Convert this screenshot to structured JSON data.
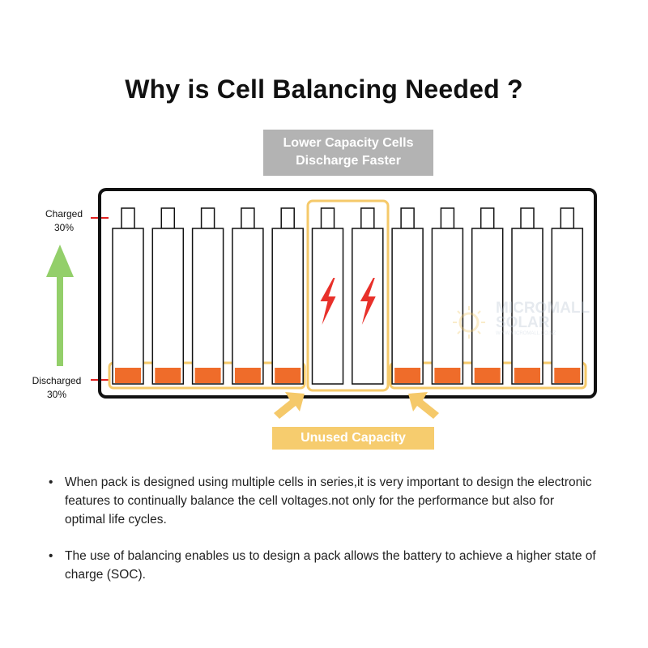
{
  "title": "Why is Cell Balancing Needed ?",
  "callout_top": {
    "line1": "Lower Capacity Cells",
    "line2": "Discharge Faster"
  },
  "axis": {
    "charged_line1": "Charged",
    "charged_line2": "30%",
    "discharged_line1": "Discharged",
    "discharged_line2": "30%"
  },
  "callout_bottom": "Unused Capacity",
  "cells": {
    "count": 12,
    "low_capacity_cells": [
      6,
      7
    ]
  },
  "watermark": {
    "line1": "MICROMALL",
    "line2": "SOLAR",
    "line3": "WWW.MICROMALL.CO.NZ"
  },
  "bullets": [
    "When pack is designed using multiple cells in series,it is very important to design the electronic features to continually balance the cell voltages.not only for the performance but also for optimal life cycles.",
    "The use of balancing enables us to design a pack allows the battery to achieve a higher state of charge (SOC)."
  ],
  "colors": {
    "unused_fill": "#ef6c2a",
    "highlight": "#f5c96a",
    "bolt": "#e8302a",
    "arrow": "#93cf6a",
    "marker": "#e02020",
    "label_bg": "#b3b3b3"
  }
}
